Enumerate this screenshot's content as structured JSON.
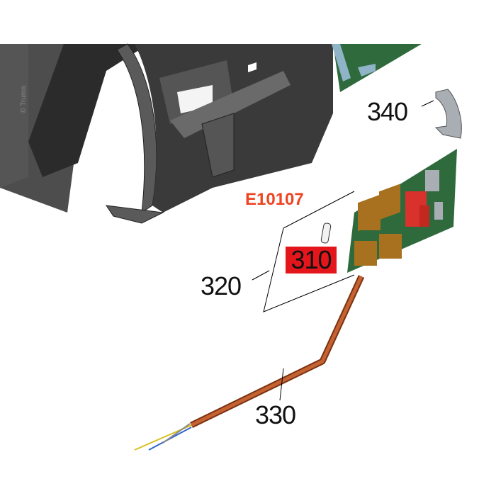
{
  "copyright": "© Truma",
  "kit_number": "E10107",
  "parts": {
    "p310": "310",
    "p320": "320",
    "p330": "330",
    "p340": "340"
  },
  "colors": {
    "kit_label": "#ee4422",
    "highlight": "#e4161c",
    "housing": "#4a4a4a",
    "pcb": "#2f6a3c",
    "cable": "#b5532a"
  }
}
